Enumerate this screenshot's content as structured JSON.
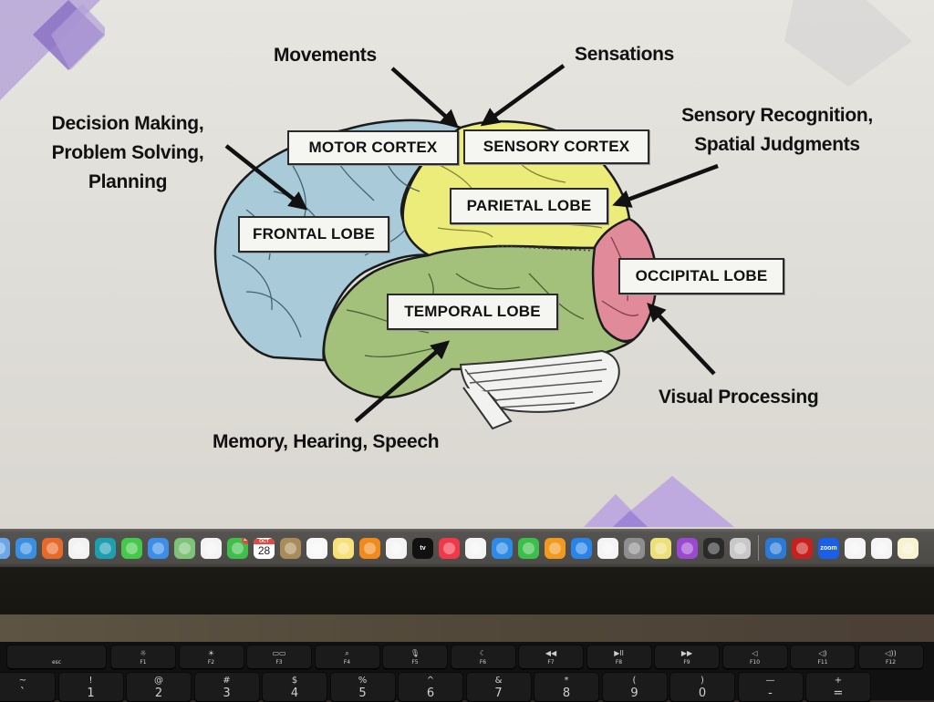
{
  "slide": {
    "title_lines": [],
    "labels": {
      "motor_cortex": "MOTOR CORTEX",
      "sensory_cortex": "SENSORY CORTEX",
      "frontal_lobe": "FRONTAL LOBE",
      "parietal_lobe": "PARIETAL LOBE",
      "occipital_lobe": "OCCIPITAL LOBE",
      "temporal_lobe": "TEMPORAL LOBE"
    },
    "functions": {
      "movements": "Movements",
      "sensations": "Sensations",
      "frontal": [
        "Decision Making,",
        "Problem Solving,",
        "Planning"
      ],
      "parietal": [
        "Sensory Recognition,",
        "Spatial Judgments"
      ],
      "occipital": "Visual Processing",
      "temporal": "Memory, Hearing, Speech"
    },
    "colors": {
      "frontal": "#a9cbd9",
      "parietal": "#ecec7a",
      "temporal": "#a3c17a",
      "occipital": "#e08a9a",
      "accent_purple": "#9b84cc"
    }
  },
  "dock": {
    "apps": [
      {
        "name": "finder",
        "icon": "finder-icon",
        "color": "#6aa6e8"
      },
      {
        "name": "safari",
        "icon": "safari-icon",
        "color": "#3b8fe0"
      },
      {
        "name": "firefox",
        "icon": "firefox-icon",
        "color": "#e86a2a"
      },
      {
        "name": "chrome",
        "icon": "chrome-icon",
        "color": "#f2f2f2"
      },
      {
        "name": "edge",
        "icon": "edge-icon",
        "color": "#1e9fb0"
      },
      {
        "name": "messages",
        "icon": "messages-icon",
        "color": "#46c84a"
      },
      {
        "name": "mail",
        "icon": "mail-icon",
        "color": "#3c8ee6"
      },
      {
        "name": "maps",
        "icon": "maps-icon",
        "color": "#7fc27a"
      },
      {
        "name": "photos",
        "icon": "photos-icon",
        "color": "#f4f4f4"
      },
      {
        "name": "facetime",
        "icon": "facetime-icon",
        "color": "#3fbf4a",
        "badge": "11"
      },
      {
        "name": "calendar",
        "icon": "calendar-icon",
        "color": "#ffffff",
        "month": "OCT",
        "day": "28"
      },
      {
        "name": "contacts",
        "icon": "contacts-icon",
        "color": "#a88c5a"
      },
      {
        "name": "reminders",
        "icon": "reminders-icon",
        "color": "#f7f7f7"
      },
      {
        "name": "notes",
        "icon": "notes-icon",
        "color": "#f7e27a"
      },
      {
        "name": "books",
        "icon": "books-icon",
        "color": "#f08a1c"
      },
      {
        "name": "freeform",
        "icon": "freeform-icon",
        "color": "#f4f4f4"
      },
      {
        "name": "tv",
        "icon": "tv-icon",
        "color": "#111111",
        "text": "tv"
      },
      {
        "name": "music",
        "icon": "music-icon",
        "color": "#f0384a"
      },
      {
        "name": "news",
        "icon": "news-icon",
        "color": "#f4f4f4"
      },
      {
        "name": "keynote",
        "icon": "keynote-icon",
        "color": "#2d8ae6"
      },
      {
        "name": "numbers",
        "icon": "numbers-icon",
        "color": "#3cbf4a"
      },
      {
        "name": "pages",
        "icon": "pages-icon",
        "color": "#f29a1e"
      },
      {
        "name": "app-store",
        "icon": "app-store-icon",
        "color": "#2a84e8"
      },
      {
        "name": "imovie",
        "icon": "imovie-icon",
        "color": "#f4f4f4"
      },
      {
        "name": "system-settings",
        "icon": "gear-icon",
        "color": "#8e8e8e"
      },
      {
        "name": "stickies",
        "icon": "stickies-icon",
        "color": "#ece07a"
      },
      {
        "name": "feedback",
        "icon": "feedback-icon",
        "color": "#9b4ad0"
      },
      {
        "name": "quicktime",
        "icon": "quicktime-icon",
        "color": "#2a2a2a"
      },
      {
        "name": "iphone-mirroring",
        "icon": "iphone-icon",
        "color": "#c8c8c8"
      }
    ],
    "recent": [
      {
        "name": "migration",
        "icon": "migration-icon",
        "color": "#2a7ad6"
      },
      {
        "name": "acrobat",
        "icon": "acrobat-icon",
        "color": "#c8201e"
      },
      {
        "name": "zoom",
        "icon": "zoom-icon",
        "color": "#1a5fe8",
        "text": "zoom"
      },
      {
        "name": "teams",
        "icon": "teams-icon",
        "color": "#f4f4f4"
      },
      {
        "name": "powerpoint",
        "icon": "powerpoint-icon",
        "color": "#f4f4f4"
      },
      {
        "name": "notes-doc",
        "icon": "notes-icon",
        "color": "#f7f2d0"
      }
    ]
  },
  "keyboard": {
    "fn_row": [
      {
        "top": "",
        "bot": "esc"
      },
      {
        "top": "☼",
        "bot": "F1"
      },
      {
        "top": "☀",
        "bot": "F2"
      },
      {
        "top": "▭▭",
        "bot": "F3"
      },
      {
        "top": "⌕",
        "bot": "F4"
      },
      {
        "top": "🎙",
        "bot": "F5"
      },
      {
        "top": "☾",
        "bot": "F6"
      },
      {
        "top": "◀◀",
        "bot": "F7"
      },
      {
        "top": "▶ll",
        "bot": "F8"
      },
      {
        "top": "▶▶",
        "bot": "F9"
      },
      {
        "top": "◁",
        "bot": "F10"
      },
      {
        "top": "◁)",
        "bot": "F11"
      },
      {
        "top": "◁))",
        "bot": "F12"
      }
    ],
    "num_row": [
      {
        "top": "~",
        "bot": "`"
      },
      {
        "top": "!",
        "bot": "1"
      },
      {
        "top": "@",
        "bot": "2"
      },
      {
        "top": "#",
        "bot": "3"
      },
      {
        "top": "$",
        "bot": "4"
      },
      {
        "top": "%",
        "bot": "5"
      },
      {
        "top": "^",
        "bot": "6"
      },
      {
        "top": "&",
        "bot": "7"
      },
      {
        "top": "*",
        "bot": "8"
      },
      {
        "top": "(",
        "bot": "9"
      },
      {
        "top": ")",
        "bot": "0"
      },
      {
        "top": "—",
        "bot": "-"
      },
      {
        "top": "+",
        "bot": "="
      }
    ]
  }
}
